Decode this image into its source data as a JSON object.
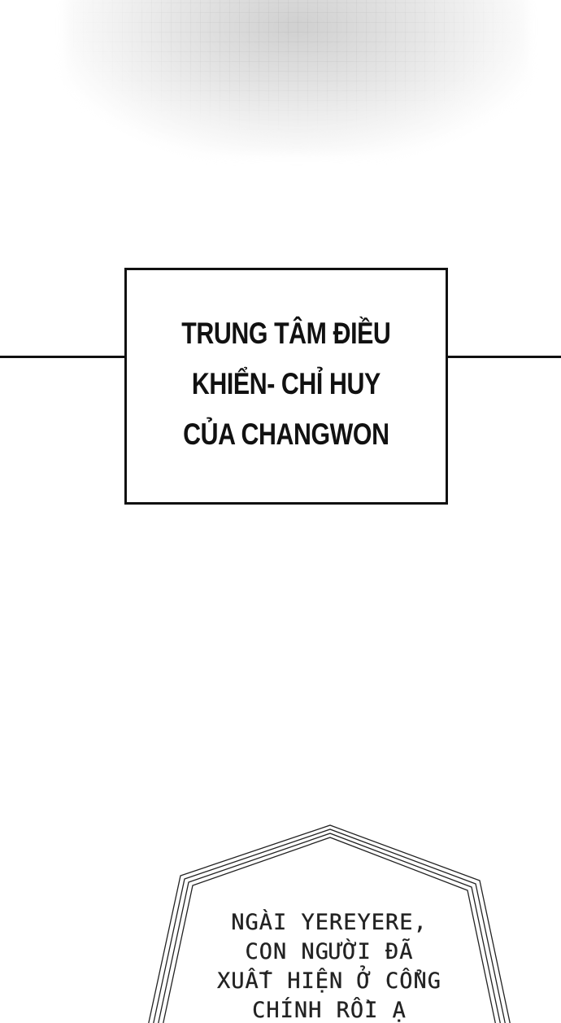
{
  "caption": {
    "lines": [
      "TRUNG TÂM ĐIỀU",
      "KHIỂN- CHỈ HUY",
      "CỦA CHANGWON"
    ]
  },
  "speech_bubble": {
    "lines": [
      "NGÀI YEREYERE,",
      "CON NGƯỜI ĐÃ",
      "XUẤT HIỆN Ở CỔNG",
      "CHÍNH RỒI Ạ"
    ]
  }
}
